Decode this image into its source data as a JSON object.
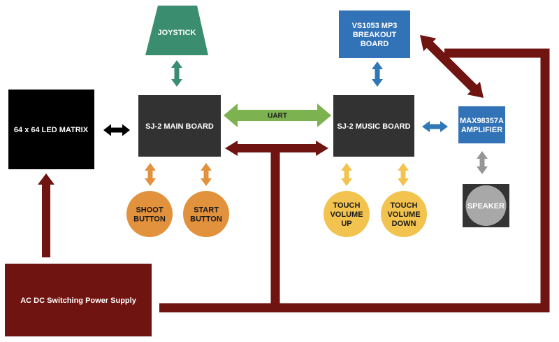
{
  "colors": {
    "black_box": "#000000",
    "board": "#323232",
    "joystick": "#3a8d6e",
    "blue_box": "#3272b6",
    "button_orange": "#e2913d",
    "button_yellow": "#f2c34e",
    "speaker_bg": "#343434",
    "speaker_cone": "#a8a8a8",
    "power": "#6f1410",
    "uart": "#7cb350",
    "arrow_black": "#000000",
    "arrow_teal": "#3a8d6e",
    "arrow_blue": "#2f77b6",
    "arrow_orange": "#e2913d",
    "arrow_yellow": "#f2c34e",
    "arrow_grey": "#969696",
    "text_light": "#ffffff",
    "text_dark": "#1a1a1a"
  },
  "nodes": {
    "led_matrix": {
      "lines": [
        "64 x 64 LED MATRIX"
      ]
    },
    "main_board": {
      "lines": [
        "SJ-2 MAIN BOARD"
      ]
    },
    "music_board": {
      "lines": [
        "SJ-2 MUSIC BOARD"
      ]
    },
    "joystick": {
      "lines": [
        "JOYSTICK"
      ]
    },
    "mp3_breakout": {
      "lines": [
        "VS1053 MP3",
        "BREAKOUT",
        "BOARD"
      ]
    },
    "amplifier": {
      "lines": [
        "MAX98357A",
        "AMPLIFIER"
      ]
    },
    "speaker": {
      "lines": [
        "SPEAKER"
      ]
    },
    "shoot_button": {
      "lines": [
        "SHOOT",
        "BUTTON"
      ]
    },
    "start_button": {
      "lines": [
        "START",
        "BUTTON"
      ]
    },
    "touch_volume_up": {
      "lines": [
        "TOUCH",
        "VOLUME",
        "UP"
      ]
    },
    "touch_volume_down": {
      "lines": [
        "TOUCH",
        "VOLUME",
        "DOWN"
      ]
    },
    "power_supply": {
      "lines": [
        "AC DC Switching Power Supply"
      ]
    }
  },
  "connections": {
    "uart": {
      "label": "UART"
    }
  }
}
